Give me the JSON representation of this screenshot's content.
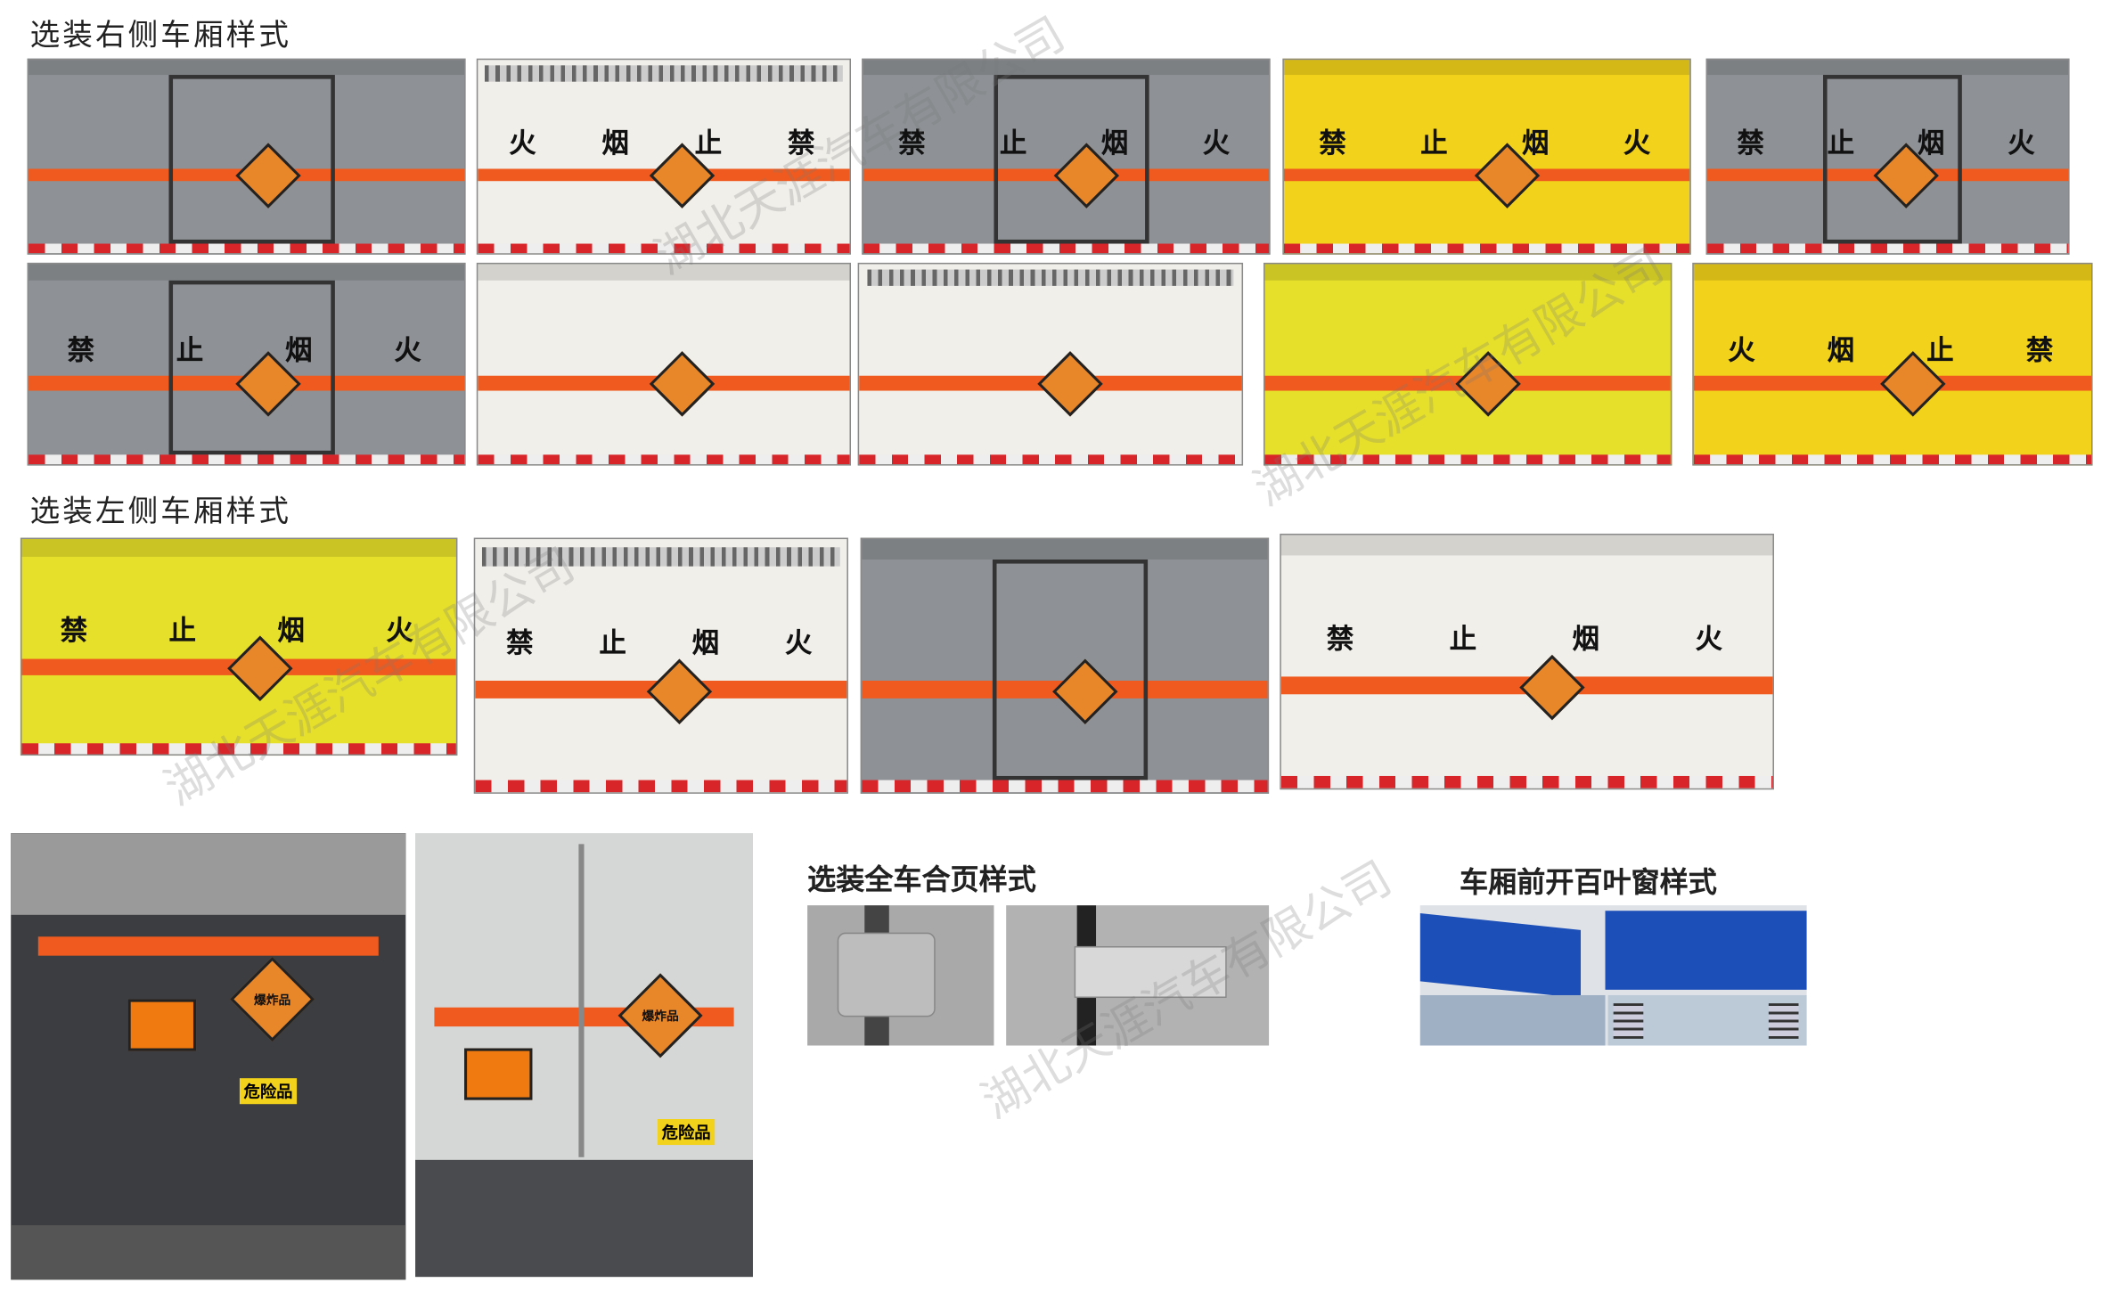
{
  "headings": {
    "right_side": "选装右侧车厢样式",
    "left_side": "选装左侧车厢样式",
    "hinge": "选装全车合页样式",
    "louver": "车厢前开百叶窗样式"
  },
  "watermark": "湖北天涯汽车有限公司",
  "colors": {
    "orange_stripe": "#f05a1e",
    "grey_box": "#8e9296",
    "white_box": "#f1efea",
    "yellow_box": "#f2d21a",
    "yellow_alt": "#e6e02a",
    "diamond": "#e8862a",
    "blue_louver": "#1d4fb8"
  },
  "right_side_panels": [
    {
      "bg": "grey",
      "words": []
    },
    {
      "bg": "white",
      "words": [
        "火",
        "烟",
        "止",
        "禁"
      ]
    },
    {
      "bg": "grey",
      "words": [
        "禁",
        "止",
        "烟",
        "火"
      ]
    },
    {
      "bg": "yellow",
      "words": [
        "禁",
        "止",
        "烟",
        "火"
      ]
    },
    {
      "bg": "grey",
      "words": [
        "禁",
        "止",
        "烟",
        "火"
      ]
    },
    {
      "bg": "grey",
      "words": [
        "禁",
        "止",
        "烟",
        "火"
      ]
    },
    {
      "bg": "white",
      "words": []
    },
    {
      "bg": "white",
      "words": []
    },
    {
      "bg": "yellow_alt",
      "words": []
    },
    {
      "bg": "yellow",
      "words": [
        "火",
        "烟",
        "止",
        "禁"
      ]
    }
  ],
  "left_side_panels": [
    {
      "bg": "yellow_alt",
      "words": [
        "禁",
        "止",
        "烟",
        "火"
      ]
    },
    {
      "bg": "white",
      "words": [
        "禁",
        "止",
        "烟",
        "火"
      ]
    },
    {
      "bg": "grey",
      "words": []
    },
    {
      "bg": "white",
      "words": [
        "禁",
        "止",
        "烟",
        "火"
      ]
    }
  ],
  "rear_labels": {
    "hazard": "危险品",
    "diamond": "爆炸品"
  }
}
